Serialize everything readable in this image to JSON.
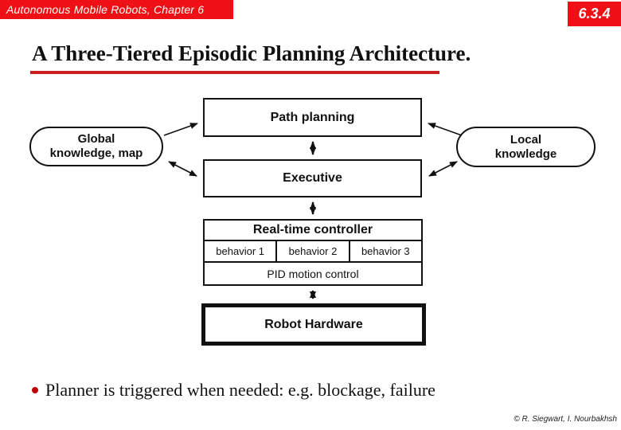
{
  "header": {
    "course_label": "Autonomous Mobile Robots, Chapter 6",
    "section_number": "6.3.4"
  },
  "title": {
    "text": "A Three-Tiered Episodic Planning Architecture."
  },
  "diagram": {
    "path_planning": "Path planning",
    "executive": "Executive",
    "realtime_controller": "Real-time controller",
    "behaviors": [
      "behavior 1",
      "behavior 2",
      "behavior 3"
    ],
    "pid": "PID motion control",
    "robot_hardware": "Robot Hardware",
    "global_knowledge": {
      "line1": "Global",
      "line2": "knowledge, map"
    },
    "local_knowledge": {
      "line1": "Local",
      "line2": "knowledge"
    }
  },
  "bullet": {
    "text": "Planner is triggered when needed: e.g. blockage, failure"
  },
  "footer": {
    "credit": "© R. Siegwart, I. Nourbakhsh"
  },
  "colors": {
    "header_red": "#ee1014",
    "underline_red": "#cc2020",
    "bullet_red": "#c00000"
  }
}
